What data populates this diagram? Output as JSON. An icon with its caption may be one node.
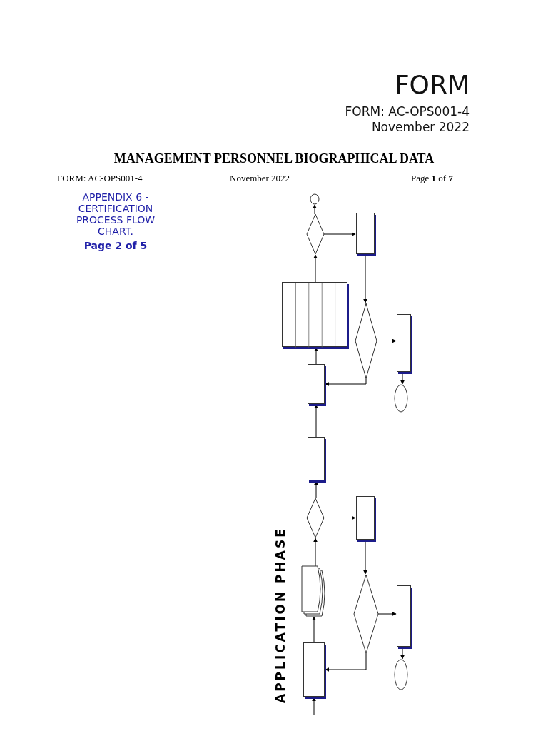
{
  "diagram": {
    "title": "MANAGEMENT PERSONNEL BIOGRAPHICAL DATA",
    "nodes": [
      {
        "text": [],
        "shape": "circle"
      },
      {
        "text": [],
        "shape": "diamond"
      },
      {
        "text": [],
        "shape": "box"
      },
      {
        "text": [],
        "shape": "box"
      },
      {
        "text": [],
        "shape": "diamond"
      },
      {
        "text": [],
        "shape": "box"
      },
      {
        "text": [],
        "shape": "box"
      },
      {
        "text": [],
        "shape": "ellipse"
      },
      {
        "text": [],
        "shape": "box"
      },
      {
        "text": [],
        "shape": "diamond"
      },
      {
        "text": [],
        "shape": "box"
      },
      {
        "text": [],
        "shape": "document"
      },
      {
        "text": [],
        "shape": "diamond"
      },
      {
        "text": [],
        "shape": "box"
      },
      {
        "text": [],
        "shape": "box"
      },
      {
        "text": [],
        "shape": "ellipse"
      }
    ],
    "edges": [
      {
        "from": null,
        "to": 14,
        "arrow": "to"
      },
      {
        "from": 14,
        "to": 11,
        "arrow": "to"
      },
      {
        "from": 11,
        "to": 9,
        "arrow": "to"
      },
      {
        "from": 9,
        "to": 8,
        "arrow": "to"
      },
      {
        "from": 9,
        "to": 10,
        "arrow": "to"
      },
      {
        "from": 10,
        "to": 12,
        "arrow": "to"
      },
      {
        "from": 12,
        "to": 14,
        "arrow": "to"
      },
      {
        "from": 12,
        "to": 13,
        "arrow": "to"
      },
      {
        "from": 13,
        "to": 15,
        "arrow": "to"
      },
      {
        "from": 8,
        "to": 6,
        "arrow": "to"
      },
      {
        "from": 6,
        "to": 3,
        "arrow": "to"
      },
      {
        "from": 3,
        "to": 1,
        "arrow": "to"
      },
      {
        "from": 1,
        "to": 0,
        "arrow": "to"
      },
      {
        "from": 1,
        "to": 2,
        "arrow": "to"
      },
      {
        "from": 2,
        "to": 4,
        "arrow": "to"
      },
      {
        "from": 4,
        "to": 6,
        "arrow": "to"
      },
      {
        "from": 4,
        "to": 5,
        "arrow": "to"
      },
      {
        "from": 5,
        "to": 7,
        "arrow": "to"
      }
    ],
    "labels": [
      "FORM",
      "FORM: AC-OPS001-4",
      "November 2022",
      "FORM: AC-OPS001-4",
      "November 2022",
      "Page **1** of **7**",
      "APPENDIX 6 - CERTIFICATION PROCESS FLOW CHART.",
      "Page 2 of 5",
      "APPLICATION PHASE"
    ]
  }
}
